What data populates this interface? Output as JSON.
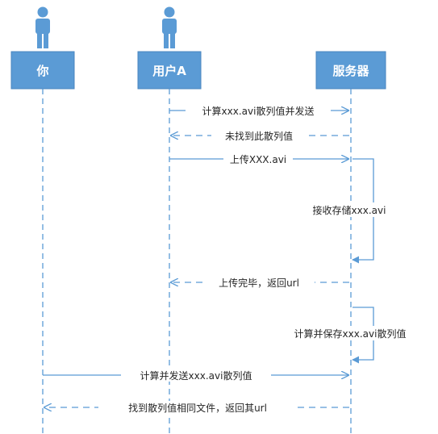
{
  "actors": [
    {
      "id": "you",
      "name": "你",
      "icon": "person-icon"
    },
    {
      "id": "userA",
      "name": "用户A",
      "icon": "person-icon"
    },
    {
      "id": "server",
      "name": "服务器",
      "icon": "person-icon"
    }
  ],
  "messages": [
    {
      "id": "m1",
      "from": "userA",
      "to": "server",
      "style": "solid",
      "text": "计算xxx.avi散列值并发送"
    },
    {
      "id": "m2",
      "from": "server",
      "to": "userA",
      "style": "dashed",
      "text": "未找到此散列值"
    },
    {
      "id": "m3",
      "from": "userA",
      "to": "server",
      "style": "solid",
      "text": "上传XXX.avi"
    },
    {
      "id": "m4",
      "from": "server",
      "to": "server",
      "style": "self",
      "text": "接收存储xxx.avi"
    },
    {
      "id": "m5",
      "from": "server",
      "to": "userA",
      "style": "dashed",
      "text": "上传完毕，返回url"
    },
    {
      "id": "m6",
      "from": "server",
      "to": "server",
      "style": "self",
      "text": "计算并保存xxx.avi散列值"
    },
    {
      "id": "m7",
      "from": "you",
      "to": "server",
      "style": "solid",
      "text": "计算并发送xxx.avi散列值"
    },
    {
      "id": "m8",
      "from": "server",
      "to": "you",
      "style": "dashed",
      "text": "找到散列值相同文件，返回其url"
    }
  ],
  "colors": {
    "accent": "#5b9bd5",
    "text": "#262626"
  }
}
